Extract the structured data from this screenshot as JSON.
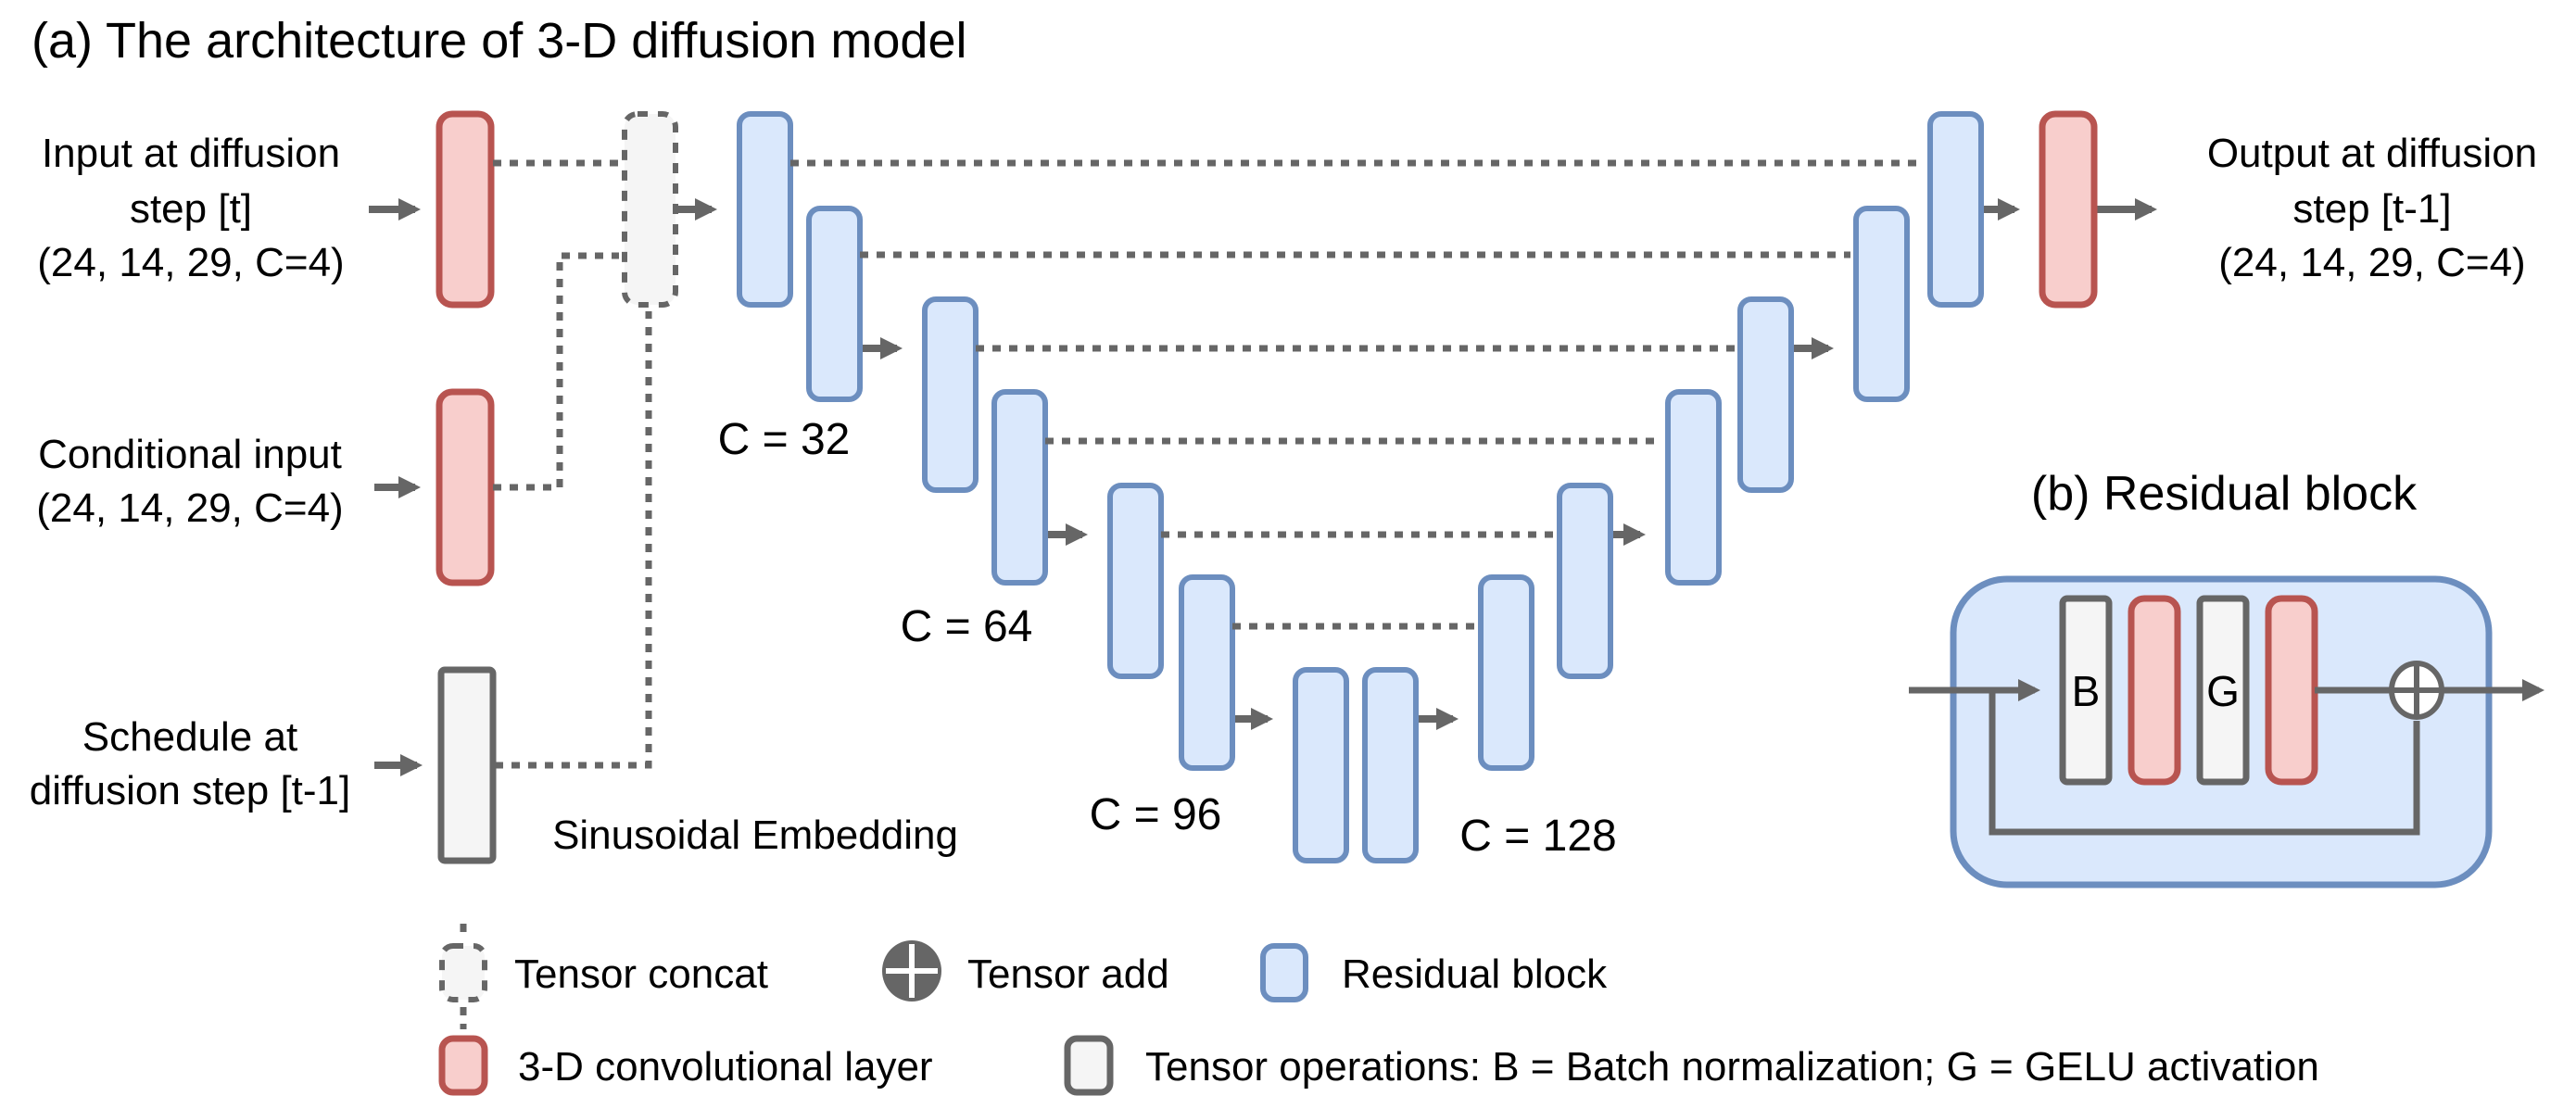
{
  "figure": {
    "title_a": "(a) The architecture of 3-D diffusion model",
    "title_b": "(b) Residual block"
  },
  "inputs": {
    "noisy": {
      "lines": [
        "Input at diffusion",
        "step [t]",
        "(24, 14, 29, C=4)"
      ]
    },
    "conditional": {
      "lines": [
        "Conditional input",
        "(24, 14, 29, C=4)"
      ]
    },
    "schedule": {
      "lines": [
        "Schedule at",
        "diffusion step [t-1]"
      ]
    }
  },
  "output": {
    "lines": [
      "Output at diffusion",
      "step [t-1]",
      "(24, 14, 29, C=4)"
    ]
  },
  "embedding_label": "Sinusoidal Embedding",
  "channel_labels": [
    "C = 32",
    "C = 64",
    "C = 96",
    "C = 128"
  ],
  "residual_block_inner": {
    "batch_norm": "B",
    "gelu": "G"
  },
  "legend": {
    "tensor_concat": "Tensor concat",
    "tensor_add": "Tensor add",
    "residual_block": "Residual block",
    "conv_layer": "3-D convolutional layer",
    "tensor_ops": "Tensor operations: B = Batch normalization; G = GELU activation"
  },
  "colors": {
    "residual-fill": "#DAE8FC",
    "residual-stroke": "#6C8EBF",
    "conv-fill": "#F8CECC",
    "conv-stroke": "#B85450",
    "op-fill": "#F5F5F5",
    "op-stroke": "#666666",
    "line": "#666666",
    "text": "#000000",
    "bg": "#FFFFFF"
  }
}
